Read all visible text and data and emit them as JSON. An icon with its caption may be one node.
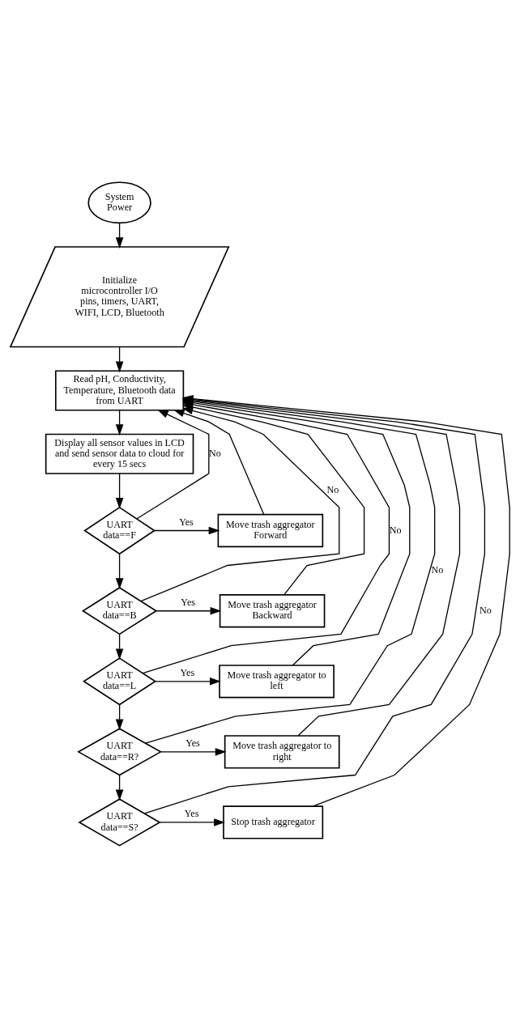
{
  "diagram": {
    "nodes": [
      {
        "text": [
          "System Power"
        ]
      },
      {
        "text": [
          "Initialize microcontroller I/O pins, timers, UART, WIFI, LCD, Bluetooth"
        ]
      },
      {
        "text": [
          "Read pH, Conductivity, Temperature, Bluetooth data from UART"
        ]
      },
      {
        "text": [
          "Display all sensor values in LCD and send sensor data to cloud for every 15 secs"
        ]
      },
      {
        "text": [
          "UART data==F"
        ]
      },
      {
        "text": [
          "Move trash aggregator Forward"
        ]
      },
      {
        "text": [
          "UART data==B"
        ]
      },
      {
        "text": [
          "Move trash aggregator Backward"
        ]
      },
      {
        "text": [
          "UART data==L"
        ]
      },
      {
        "text": [
          "Move trash aggregator to left"
        ]
      },
      {
        "text": [
          "UART data==R?"
        ]
      },
      {
        "text": [
          "Move trash aggregator to right"
        ]
      },
      {
        "text": [
          "UART data==S?"
        ]
      },
      {
        "text": [
          "Stop trash aggregator"
        ]
      }
    ],
    "edges": [
      {
        "from": 0,
        "to": 1,
        "arrow": "to"
      },
      {
        "from": 1,
        "to": 2,
        "arrow": "to"
      },
      {
        "from": 2,
        "to": 3,
        "arrow": "to"
      },
      {
        "from": 3,
        "to": 4,
        "arrow": "to"
      },
      {
        "from": 4,
        "to": 5,
        "arrow": "to",
        "label": "Yes"
      },
      {
        "from": 4,
        "to": 2,
        "arrow": "to",
        "label": "No"
      },
      {
        "from": 4,
        "to": 6,
        "arrow": "to"
      },
      {
        "from": 6,
        "to": 7,
        "arrow": "to",
        "label": "Yes"
      },
      {
        "from": 6,
        "to": 2,
        "arrow": "to",
        "label": "No"
      },
      {
        "from": 6,
        "to": 8,
        "arrow": "to"
      },
      {
        "from": 8,
        "to": 9,
        "arrow": "to",
        "label": "Yes"
      },
      {
        "from": 8,
        "to": 2,
        "arrow": "to",
        "label": "No"
      },
      {
        "from": 8,
        "to": 10,
        "arrow": "to"
      },
      {
        "from": 10,
        "to": 11,
        "arrow": "to",
        "label": "Yes"
      },
      {
        "from": 10,
        "to": 2,
        "arrow": "to",
        "label": "No"
      },
      {
        "from": 10,
        "to": 12,
        "arrow": "to"
      },
      {
        "from": 12,
        "to": 13,
        "arrow": "to",
        "label": "Yes"
      },
      {
        "from": 12,
        "to": 2,
        "arrow": "to",
        "label": "No"
      },
      {
        "from": 5,
        "to": 2,
        "arrow": "to"
      },
      {
        "from": 7,
        "to": 2,
        "arrow": "to"
      },
      {
        "from": 9,
        "to": 2,
        "arrow": "to"
      },
      {
        "from": 11,
        "to": 2,
        "arrow": "to"
      },
      {
        "from": 13,
        "to": 2,
        "arrow": "to"
      }
    ]
  }
}
